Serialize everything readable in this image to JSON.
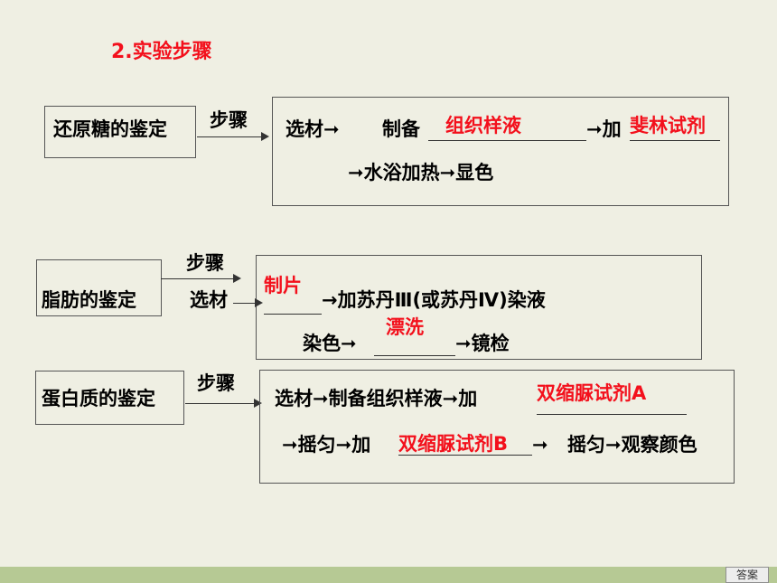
{
  "heading": "2.实验步骤",
  "step_label": "步骤",
  "sugar": {
    "title": "还原糖的鉴定",
    "text1": "选材➞",
    "text2": "制备",
    "fill1": "组织样液",
    "text3": "➞加",
    "fill2": "斐林试剂",
    "text4": "➞水浴加热➞显色"
  },
  "fat": {
    "title": "脂肪的鉴定",
    "text1": "选材",
    "fill1": "制片",
    "text2": "→加苏丹Ⅲ(或苏丹Ⅳ)染液",
    "text3": "染色➞",
    "fill2": "漂洗",
    "text4": "➞镜检"
  },
  "protein": {
    "title": "蛋白质的鉴定",
    "text1": "选材➞制备组织样液➞加",
    "fill1": "双缩脲试剂A",
    "text2": "➞摇匀➞加",
    "fill2": "双缩脲试剂B",
    "text3": "➞",
    "text4": "摇匀➞观察颜色"
  },
  "answer_button": "答案"
}
